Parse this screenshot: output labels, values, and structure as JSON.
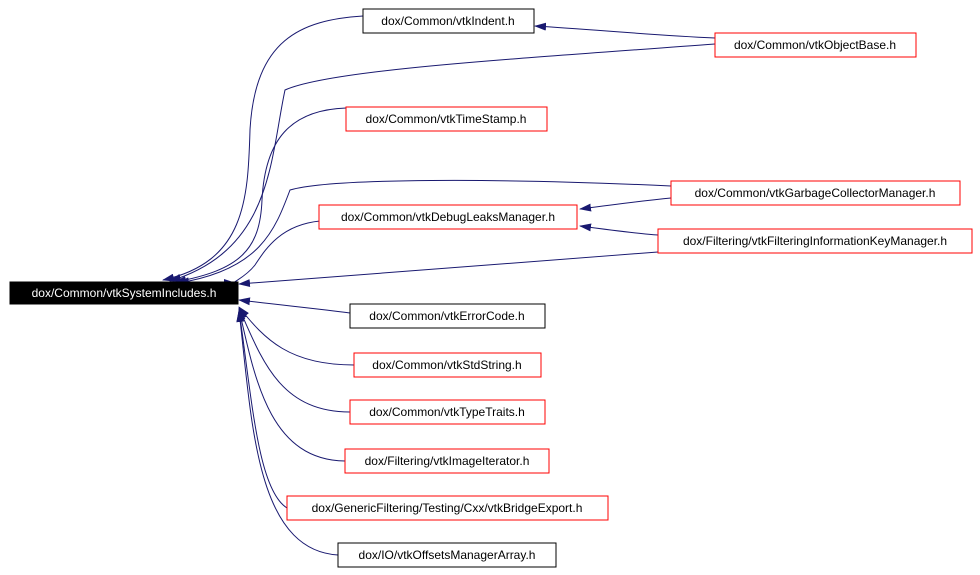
{
  "colors": {
    "edge": "#191970",
    "node_border_black": "#000000",
    "node_border_red": "#ff0000",
    "root_fill": "#000000",
    "root_text": "#ffffff",
    "node_text": "#000000",
    "background": "#ffffff"
  },
  "nodes": {
    "root": {
      "label": "dox/Common/vtkSystemIncludes.h"
    },
    "vtkIndent": {
      "label": "dox/Common/vtkIndent.h"
    },
    "vtkObjectBase": {
      "label": "dox/Common/vtkObjectBase.h"
    },
    "vtkTimeStamp": {
      "label": "dox/Common/vtkTimeStamp.h"
    },
    "vtkGarbageCollectorManager": {
      "label": "dox/Common/vtkGarbageCollectorManager.h"
    },
    "vtkDebugLeaksManager": {
      "label": "dox/Common/vtkDebugLeaksManager.h"
    },
    "vtkFilteringInformationKeyManager": {
      "label": "dox/Filtering/vtkFilteringInformationKeyManager.h"
    },
    "vtkErrorCode": {
      "label": "dox/Common/vtkErrorCode.h"
    },
    "vtkStdString": {
      "label": "dox/Common/vtkStdString.h"
    },
    "vtkTypeTraits": {
      "label": "dox/Common/vtkTypeTraits.h"
    },
    "vtkImageIterator": {
      "label": "dox/Filtering/vtkImageIterator.h"
    },
    "vtkBridgeExport": {
      "label": "dox/GenericFiltering/Testing/Cxx/vtkBridgeExport.h"
    },
    "vtkOffsetsManagerArray": {
      "label": "dox/IO/vtkOffsetsManagerArray.h"
    }
  }
}
